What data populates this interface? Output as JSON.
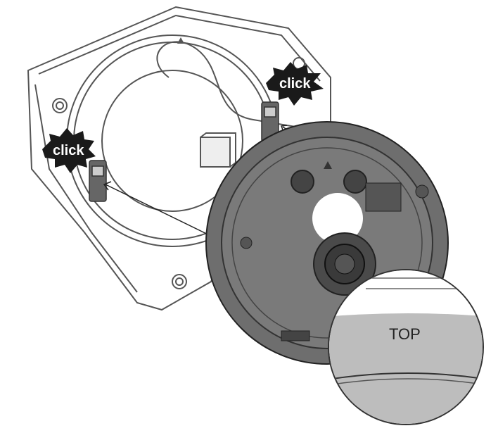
{
  "illustration": {
    "callouts": [
      {
        "label": "click"
      },
      {
        "label": "click"
      }
    ],
    "detail_label": "TOP",
    "colors": {
      "housing_outline": "#555555",
      "camera_body": "#6e6e6e",
      "camera_dark": "#3a3a3a",
      "burst": "#1a1a1a"
    }
  }
}
